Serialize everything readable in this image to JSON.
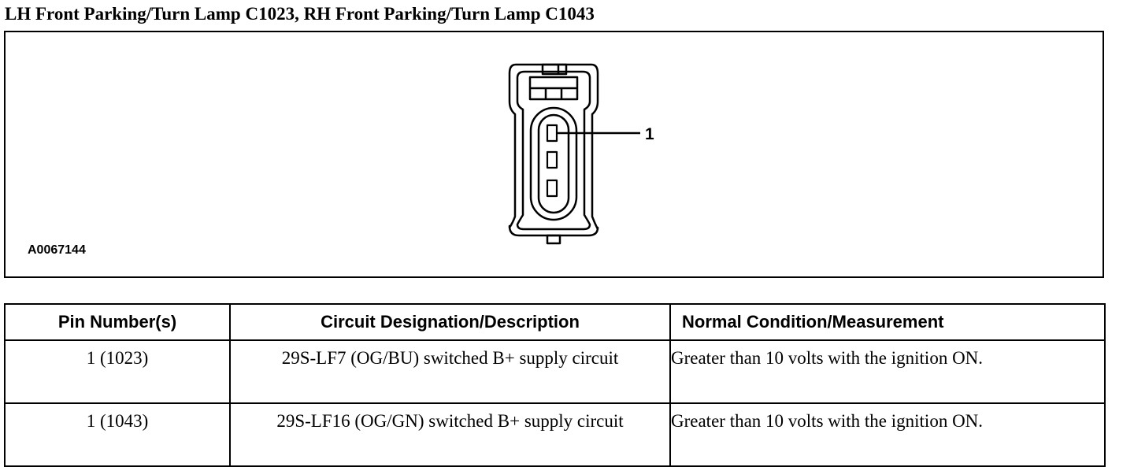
{
  "title": "LH Front Parking/Turn Lamp C1023, RH Front Parking/Turn Lamp C1043",
  "figure": {
    "id": "A0067144",
    "callout": "1",
    "connector_icon": "three-pin-connector-face-icon"
  },
  "table": {
    "headers": {
      "pin": "Pin Number(s)",
      "circuit": "Circuit Designation/Description",
      "condition": "Normal Condition/Measurement"
    },
    "rows": [
      {
        "pin": "1 (1023)",
        "circuit": "29S-LF7 (OG/BU) switched B+ supply circuit",
        "condition": "Greater than 10 volts with the ignition ON."
      },
      {
        "pin": "1 (1043)",
        "circuit": "29S-LF16 (OG/GN) switched B+ supply circuit",
        "condition": "Greater than 10 volts with the ignition ON."
      }
    ]
  }
}
